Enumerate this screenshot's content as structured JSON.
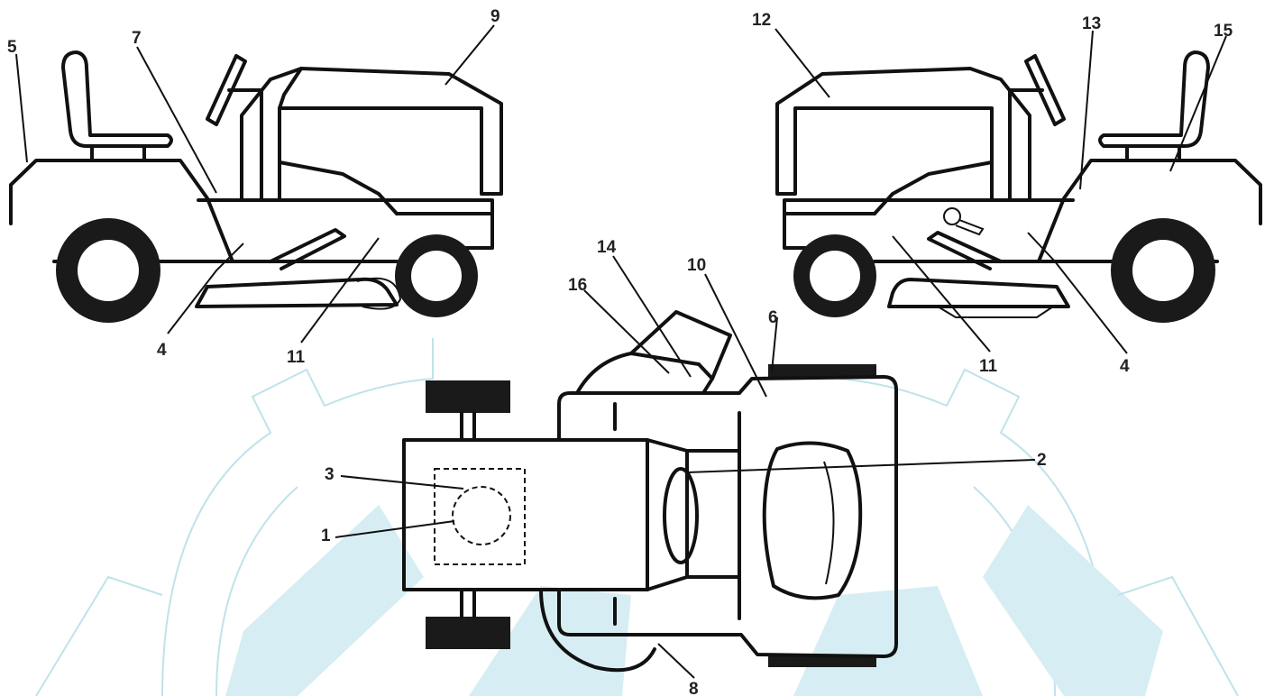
{
  "diagram": {
    "views": [
      "left-side-view",
      "right-side-view",
      "top-view"
    ],
    "callouts": {
      "c1": "1",
      "c2": "2",
      "c3": "3",
      "c4_left": "4",
      "c4_right": "4",
      "c5": "5",
      "c6": "6",
      "c7": "7",
      "c8": "8",
      "c9": "9",
      "c10": "10",
      "c11_left": "11",
      "c11_right": "11",
      "c12": "12",
      "c13": "13",
      "c14": "14",
      "c15": "15",
      "c16": "16"
    },
    "colors": {
      "ink": "#111111",
      "watermark": "#bfe3ea",
      "watermark_fill": "#d6eef3"
    }
  }
}
